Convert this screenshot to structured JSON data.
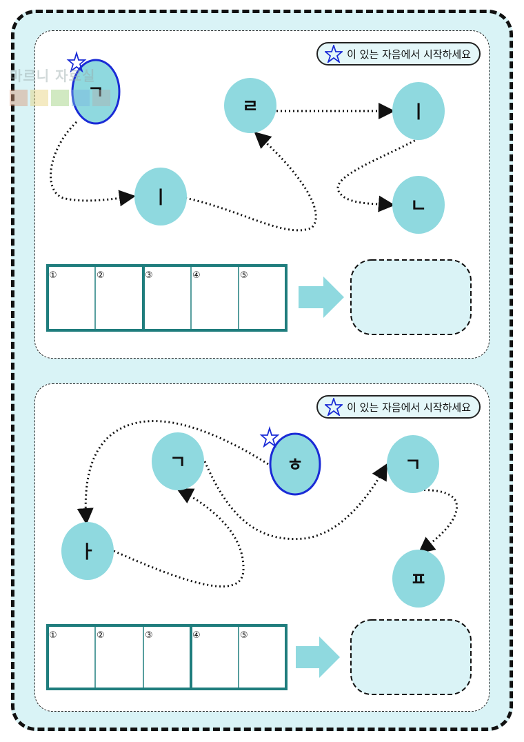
{
  "instruction": "이 있는 자음에서 시작하세요",
  "panels": [
    {
      "nodes": [
        "ㄱ",
        "ㅣ",
        "ㄹ",
        "ㅣ",
        "ㄴ"
      ],
      "box_numbers": [
        "①",
        "②",
        "③",
        "④",
        "⑤"
      ]
    },
    {
      "nodes": [
        "ㅎ",
        "ㄱ",
        "ㅏ",
        "ㄱ",
        "ㅍ"
      ],
      "box_numbers": [
        "①",
        "②",
        "③",
        "④",
        "⑤"
      ]
    }
  ],
  "watermark": "마르니 자료실",
  "colors": {
    "page_bg": "#d9f3f6",
    "circle_fill": "#8fd9df",
    "start_circle_fill": "#8fd9df",
    "start_circle_border": "#1a2bd6",
    "box_border": "#1f7d7d",
    "answer_box_fill": "#daf3f6",
    "arrow_fill": "#8fd9df",
    "star": "#1a2bd6"
  },
  "icons": {
    "start_marker": "star-icon",
    "next_arrow": "right-arrow-icon"
  }
}
